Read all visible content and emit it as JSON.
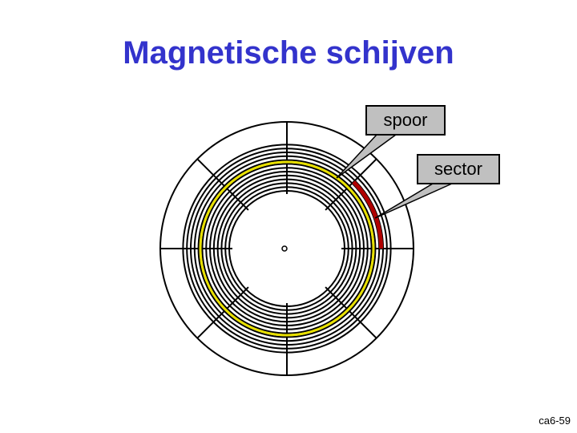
{
  "title": "Magnetische schijven",
  "callouts": {
    "track": "spoor",
    "sector": "sector"
  },
  "footer": "ca6-59",
  "colors": {
    "title": "#3333cc",
    "highlighted_track": "#e8e000",
    "highlighted_sector": "#b00000",
    "callout_fill": "#c0c0c0"
  },
  "disk": {
    "track_count": 13,
    "sector_count": 8
  }
}
